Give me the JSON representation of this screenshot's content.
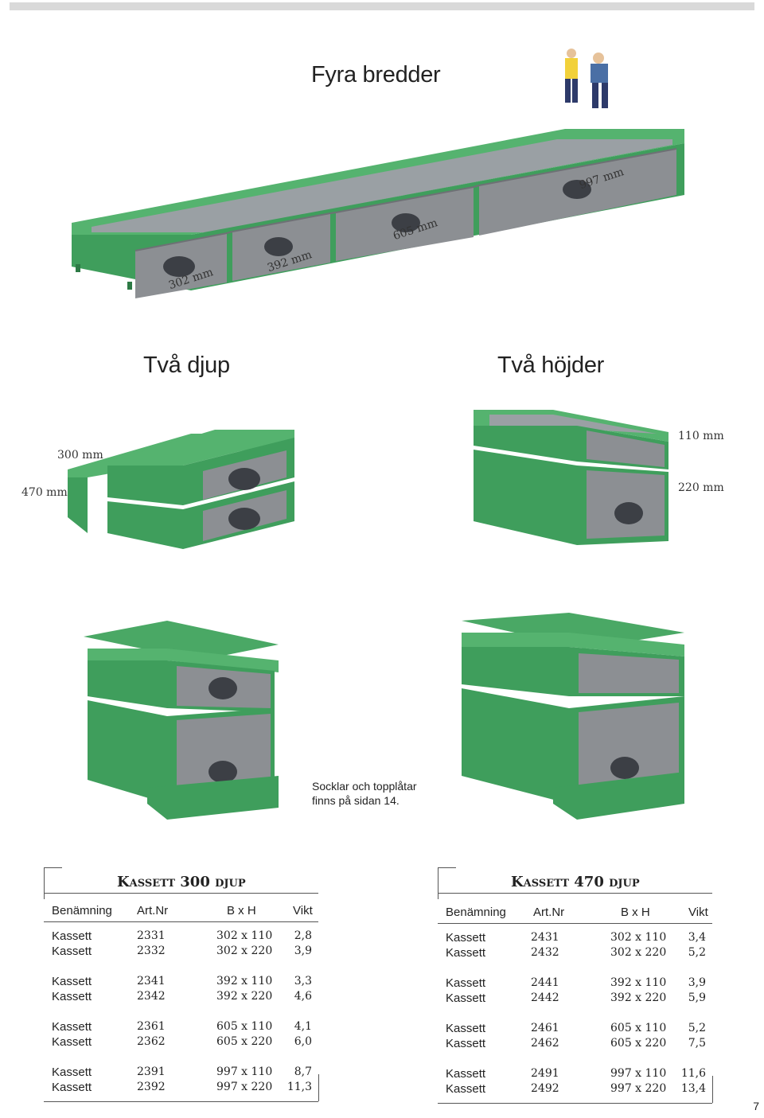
{
  "headings": {
    "top": "Fyra bredder",
    "depths": "Två djup",
    "heights": "Två höjder"
  },
  "widths": {
    "w302": "302 mm",
    "w392": "392 mm",
    "w605": "605 mm",
    "w997": "997 mm"
  },
  "depth_dims": {
    "d300": "300 mm",
    "d470": "470 mm"
  },
  "height_dims": {
    "h110": "110 mm",
    "h220": "220 mm"
  },
  "note": {
    "line1": "Socklar och topplåtar",
    "line2": "finns på sidan 14."
  },
  "colors": {
    "green": "#3f9e5c",
    "green_dark": "#2d7a45",
    "grey": "#8c8f93",
    "grey_light": "#a8abae",
    "handle": "#3c3f45"
  },
  "tables": [
    {
      "title": "Kassett 300 djup",
      "headers": [
        "Benämning",
        "Art.Nr",
        "B x H",
        "Vikt"
      ],
      "groups": [
        [
          [
            "Kassett",
            "2331",
            "302 x 110",
            "2,8"
          ],
          [
            "Kassett",
            "2332",
            "302 x 220",
            "3,9"
          ]
        ],
        [
          [
            "Kassett",
            "2341",
            "392 x 110",
            "3,3"
          ],
          [
            "Kassett",
            "2342",
            "392 x 220",
            "4,6"
          ]
        ],
        [
          [
            "Kassett",
            "2361",
            "605 x 110",
            "4,1"
          ],
          [
            "Kassett",
            "2362",
            "605 x 220",
            "6,0"
          ]
        ],
        [
          [
            "Kassett",
            "2391",
            "997 x 110",
            "8,7"
          ],
          [
            "Kassett",
            "2392",
            "997 x 220",
            "11,3"
          ]
        ]
      ]
    },
    {
      "title": "Kassett 470 djup",
      "headers": [
        "Benämning",
        "Art.Nr",
        "B x H",
        "Vikt"
      ],
      "groups": [
        [
          [
            "Kassett",
            "2431",
            "302 x 110",
            "3,4"
          ],
          [
            "Kassett",
            "2432",
            "302 x 220",
            "5,2"
          ]
        ],
        [
          [
            "Kassett",
            "2441",
            "392 x 110",
            "3,9"
          ],
          [
            "Kassett",
            "2442",
            "392 x 220",
            "5,9"
          ]
        ],
        [
          [
            "Kassett",
            "2461",
            "605 x 110",
            "5,2"
          ],
          [
            "Kassett",
            "2462",
            "605 x 220",
            "7,5"
          ]
        ],
        [
          [
            "Kassett",
            "2491",
            "997 x 110",
            "11,6"
          ],
          [
            "Kassett",
            "2492",
            "997 x 220",
            "13,4"
          ]
        ]
      ]
    }
  ],
  "page_number": "7"
}
